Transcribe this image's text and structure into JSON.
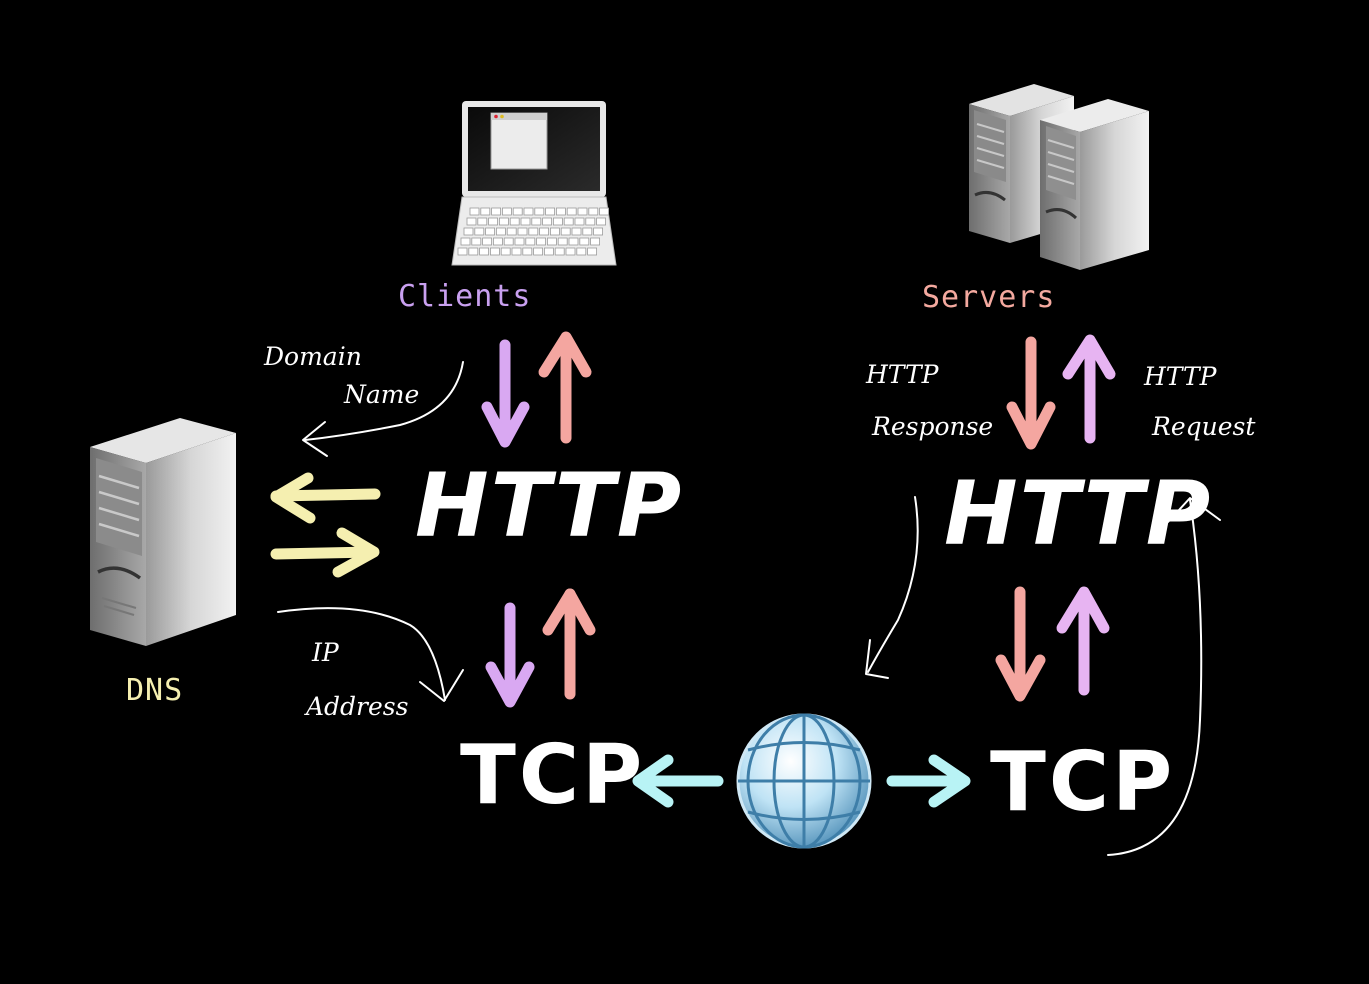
{
  "nodes": {
    "clients": {
      "label": "Clients",
      "color": "#c9a0f0"
    },
    "servers": {
      "label": "Servers",
      "color": "#f4a99f"
    },
    "dns": {
      "label": "DNS",
      "color": "#f5efb0"
    }
  },
  "protocols": {
    "client_http": "HTTP",
    "client_tcp": "TCP",
    "server_http": "HTTP",
    "server_tcp": "TCP"
  },
  "annotations": {
    "domain_name": [
      "Domain",
      "Name"
    ],
    "ip_address": [
      "IP",
      "Address"
    ],
    "http_response": [
      "HTTP",
      "Response"
    ],
    "http_request": [
      "HTTP",
      "Request"
    ]
  },
  "colors": {
    "purple_arrow": "#d9a8f2",
    "pink_arrow": "#f4a6a0",
    "yellow_arrow": "#f5efb0",
    "cyan_arrow": "#b8f3f5",
    "white_line": "#ffffff"
  }
}
